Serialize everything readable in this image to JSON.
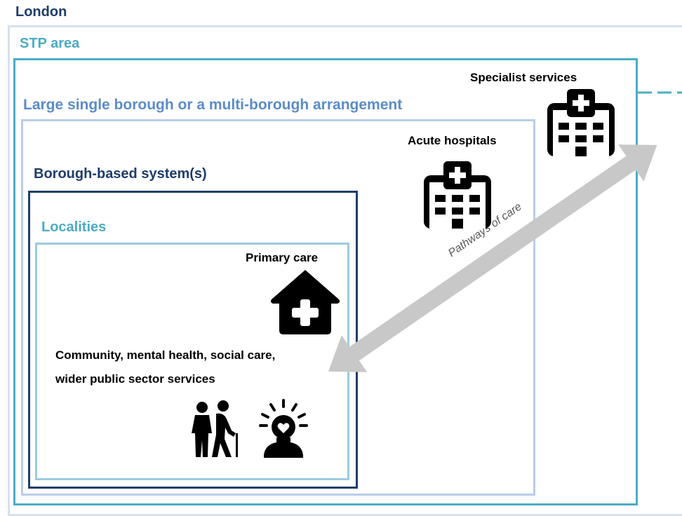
{
  "levels": {
    "london": {
      "title": "London"
    },
    "stp": {
      "title": "STP area"
    },
    "large": {
      "title": "Large single borough or a multi-borough arrangement"
    },
    "borough": {
      "title": "Borough-based system(s)"
    },
    "localities": {
      "title": "Localities"
    }
  },
  "services": {
    "specialist": "Specialist services",
    "acute": "Acute hospitals",
    "primary": "Primary care",
    "community_line1": "Community,  mental health, social care,",
    "community_line2": "wider public sector services"
  },
  "pathway": {
    "label": "Pathways of care"
  },
  "icons": {
    "specialist": "hospital-icon",
    "acute": "hospital-icon",
    "primary": "house-medical-icon",
    "elderly": "elderly-people-icon",
    "mental_health": "mental-health-icon"
  },
  "colors": {
    "london": "#1f3d6b",
    "london_border": "#d6e2ee",
    "stp": "#4bacc6",
    "large": "#5b8cc9",
    "large_border": "#b9cde6",
    "borough": "#1f3d6b",
    "localities": "#4bacc6",
    "localities_border": "#9ccbe0",
    "arrow": "#c8c8c8"
  }
}
